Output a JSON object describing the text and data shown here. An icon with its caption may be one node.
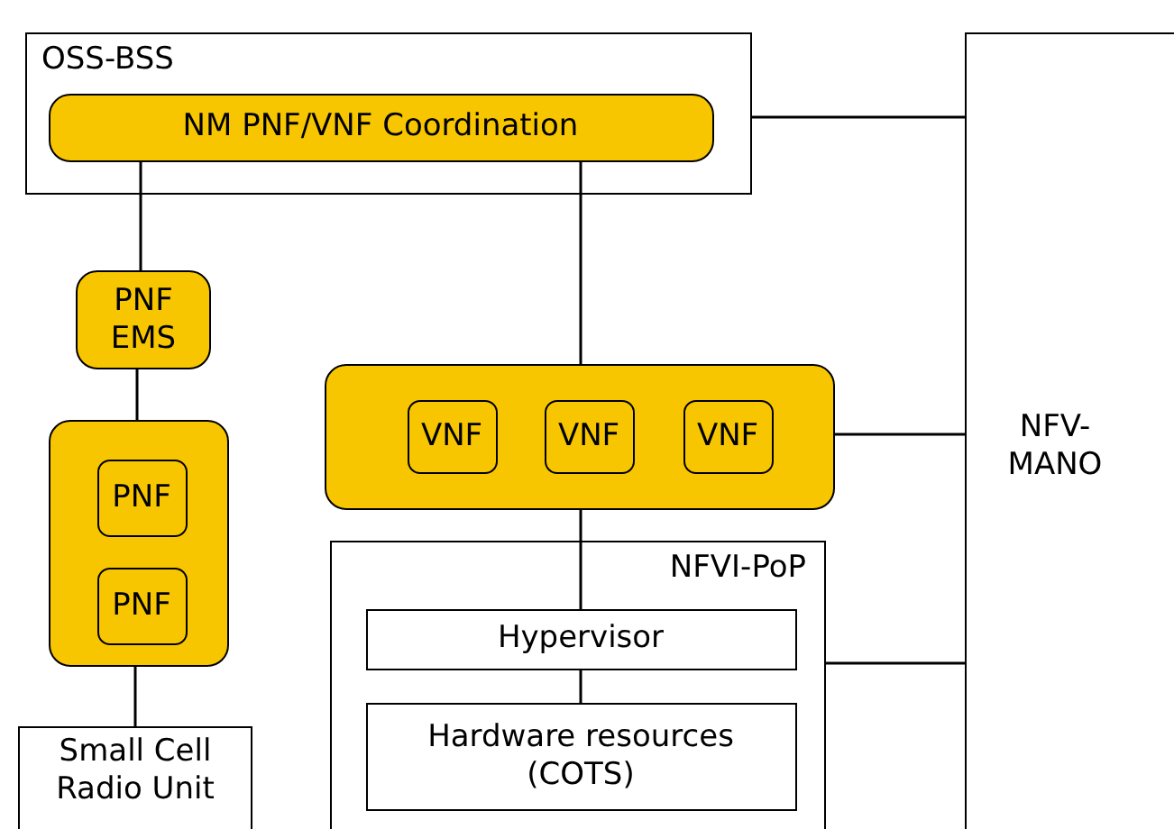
{
  "diagram": {
    "nodes": [
      {
        "text": [
          "OSS-BSS"
        ]
      },
      {
        "text": [
          "NM PNF/VNF Coordination"
        ],
        "in": 0
      },
      {
        "text": [
          "PNF EMS"
        ]
      },
      {
        "text": [],
        "shape": "box"
      },
      {
        "text": [
          "PNF"
        ],
        "in": 3
      },
      {
        "text": [
          "PNF"
        ],
        "in": 3
      },
      {
        "text": [
          "Small Cell Radio Unit"
        ]
      },
      {
        "text": [],
        "shape": "box"
      },
      {
        "text": [
          "VNF"
        ],
        "in": 7
      },
      {
        "text": [
          "VNF"
        ],
        "in": 7
      },
      {
        "text": [
          "VNF"
        ],
        "in": 7
      },
      {
        "text": [
          "NFVI-PoP"
        ]
      },
      {
        "text": [
          "Hypervisor"
        ],
        "in": 11
      },
      {
        "text": [
          "Hardware resources (COTS)"
        ],
        "in": 11
      },
      {
        "text": [
          "NFV-MANO"
        ]
      }
    ],
    "edges": [
      {
        "from": 1,
        "to": 2,
        "arrow": "none"
      },
      {
        "from": 2,
        "to": 3,
        "arrow": "none"
      },
      {
        "from": 3,
        "to": 6,
        "arrow": "none"
      },
      {
        "from": 1,
        "to": 7,
        "arrow": "none"
      },
      {
        "from": 7,
        "to": 12,
        "arrow": "none"
      },
      {
        "from": 12,
        "to": 13,
        "arrow": "none"
      },
      {
        "from": 0,
        "to": 14,
        "arrow": "none"
      },
      {
        "from": 7,
        "to": 14,
        "arrow": "none"
      },
      {
        "from": 11,
        "to": 14,
        "arrow": "none"
      }
    ]
  }
}
